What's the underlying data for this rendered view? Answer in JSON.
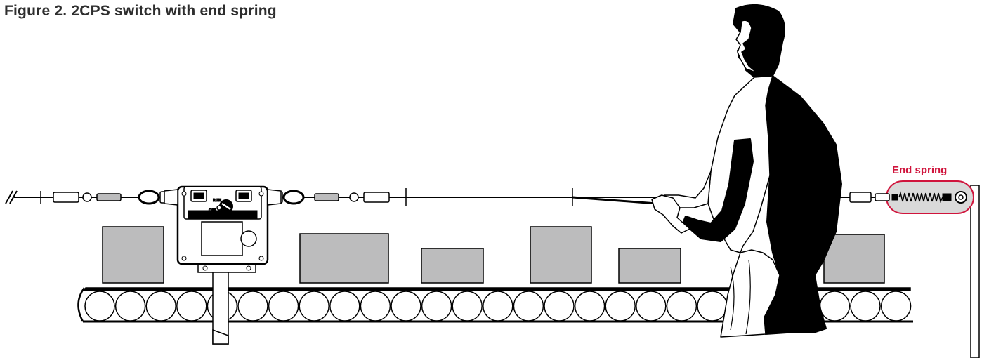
{
  "figure": {
    "caption": "Figure 2. 2CPS switch with end spring"
  },
  "callout": {
    "label": "End spring",
    "color": "#d0143c"
  },
  "switch_marks": {
    "run": "RUN",
    "off": "OFF"
  },
  "colors": {
    "box_fill": "#bcbcbd",
    "outline": "#000000",
    "highlight_fill": "#d9d9d9"
  }
}
